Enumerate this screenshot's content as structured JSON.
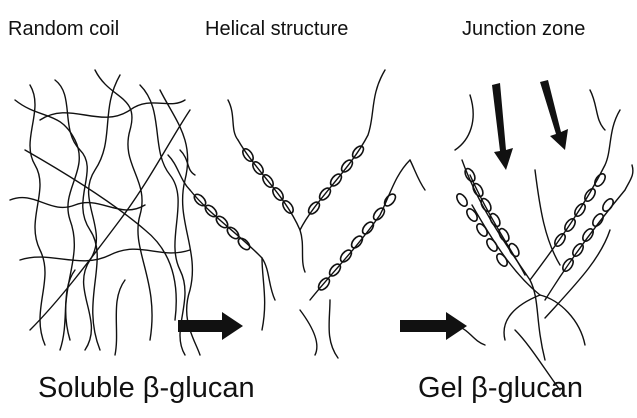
{
  "labels": {
    "random_coil": "Random coil",
    "helical_structure": "Helical structure",
    "junction_zone": "Junction zone",
    "soluble": "Soluble β-glucan",
    "gel": "Gel β-glucan"
  },
  "colors": {
    "ink": "#111111",
    "background": "#ffffff"
  },
  "icons": {
    "arrow": "arrow-right-icon",
    "arrow_down": "arrow-down-icon"
  }
}
